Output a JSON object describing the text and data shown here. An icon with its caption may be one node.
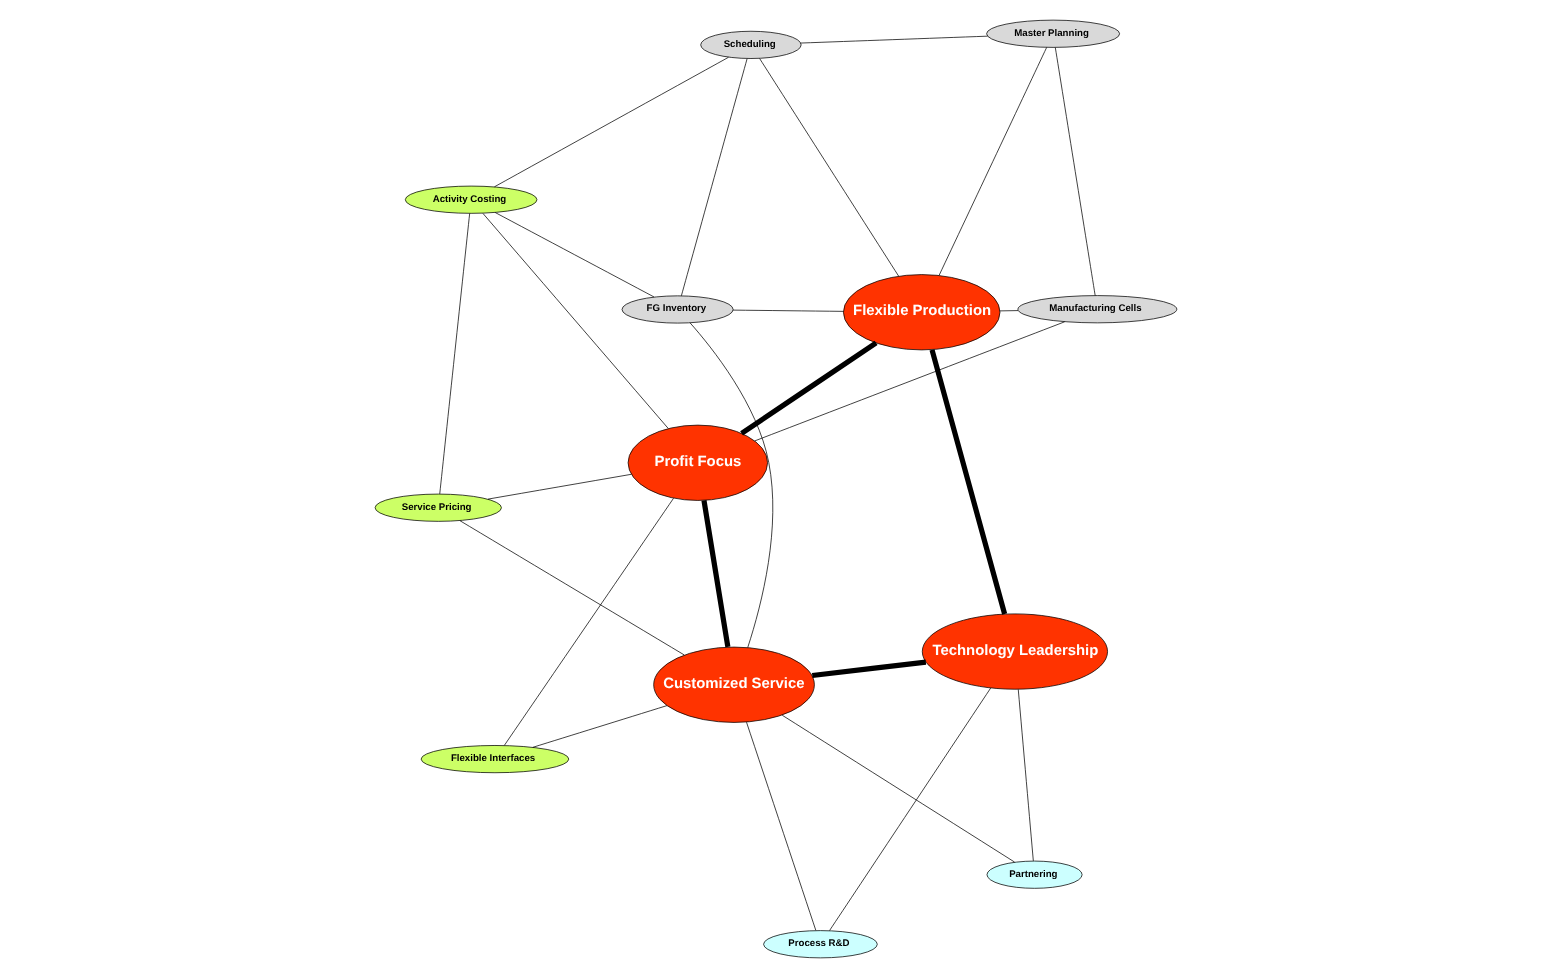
{
  "diagram": {
    "nodes": [
      {
        "text": [
          "Flexible Production"
        ]
      },
      {
        "text": [
          "Master Planning"
        ]
      },
      {
        "text": [
          "Manufacturing Cells"
        ]
      },
      {
        "text": [
          "Profit Focus"
        ]
      },
      {
        "text": [
          "Scheduling"
        ]
      },
      {
        "text": [
          "Activity Costing"
        ]
      },
      {
        "text": [
          "FG Inventory"
        ]
      },
      {
        "text": [
          "Service Pricing"
        ]
      },
      {
        "text": [
          "Flexible Interfaces"
        ]
      },
      {
        "text": [
          "Process R&D"
        ]
      },
      {
        "text": [
          "Technology Leadership"
        ]
      },
      {
        "text": [
          "Customized Service"
        ]
      },
      {
        "text": [
          "Partnering"
        ]
      }
    ],
    "edges": [
      {
        "from": 0,
        "to": 1,
        "arrow": "none"
      },
      {
        "from": 1,
        "to": 2,
        "arrow": "none"
      },
      {
        "from": 0,
        "to": 2,
        "arrow": "none"
      },
      {
        "from": 2,
        "to": 3,
        "arrow": "none"
      },
      {
        "from": 0,
        "to": 3,
        "arrow": "none",
        "style": "thick"
      },
      {
        "from": 1,
        "to": 4,
        "arrow": "none"
      },
      {
        "from": 0,
        "to": 4,
        "arrow": "none"
      },
      {
        "from": 0,
        "to": 6,
        "arrow": "none"
      },
      {
        "from": 4,
        "to": 6,
        "arrow": "none"
      },
      {
        "from": 4,
        "to": 5,
        "arrow": "none"
      },
      {
        "from": 5,
        "to": 3,
        "arrow": "none"
      },
      {
        "from": 5,
        "to": 6,
        "arrow": "none"
      },
      {
        "from": 5,
        "to": 7,
        "arrow": "none"
      },
      {
        "from": 7,
        "to": 3,
        "arrow": "none"
      },
      {
        "from": 3,
        "to": 8,
        "arrow": "none"
      },
      {
        "from": 3,
        "to": 11,
        "arrow": "none",
        "style": "thick"
      },
      {
        "from": 7,
        "to": 11,
        "arrow": "none"
      },
      {
        "from": 8,
        "to": 11,
        "arrow": "none"
      },
      {
        "from": 6,
        "to": 11,
        "arrow": "none"
      },
      {
        "from": 0,
        "to": 10,
        "arrow": "none",
        "style": "thick"
      },
      {
        "from": 10,
        "to": 9,
        "arrow": "none"
      },
      {
        "from": 9,
        "to": 11,
        "arrow": "none"
      },
      {
        "from": 10,
        "to": 11,
        "arrow": "none",
        "style": "thick"
      },
      {
        "from": 10,
        "to": 12,
        "arrow": "none"
      },
      {
        "from": 12,
        "to": 11,
        "arrow": "none"
      }
    ]
  }
}
